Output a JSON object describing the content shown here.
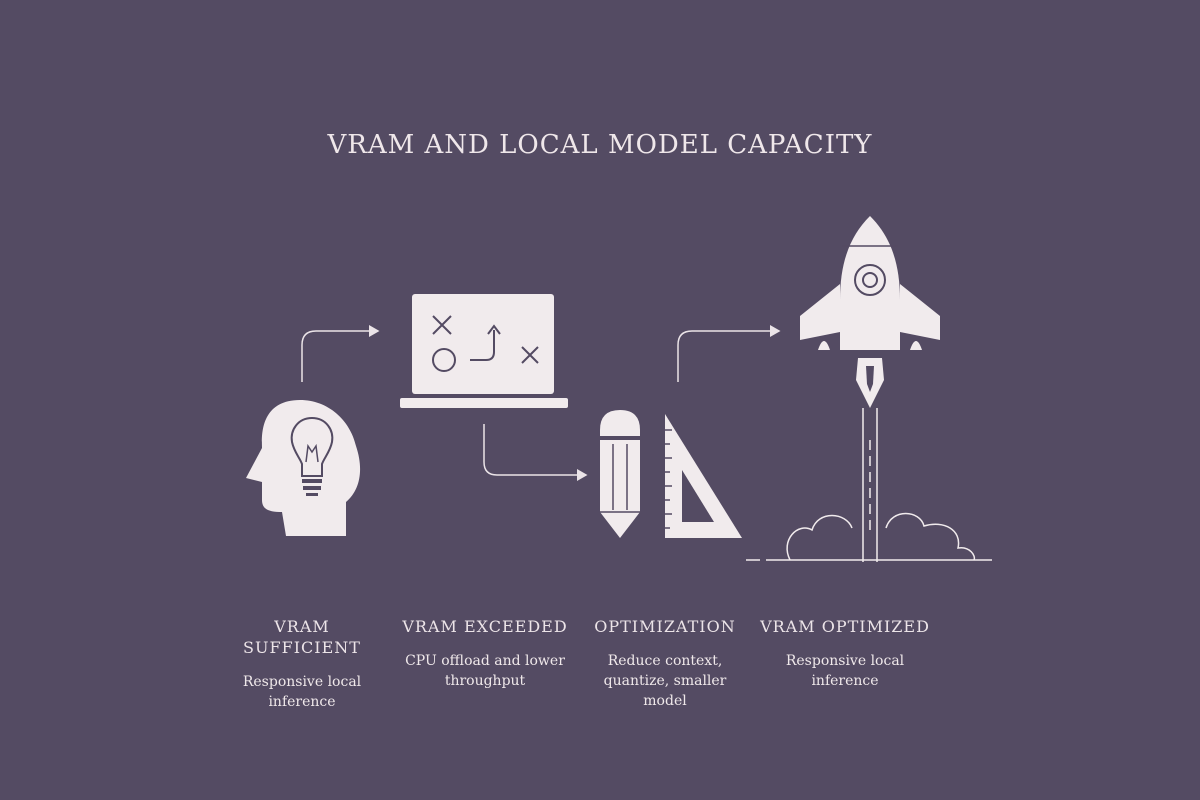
{
  "title": "VRAM AND LOCAL MODEL CAPACITY",
  "colors": {
    "background": "#544b63",
    "foreground": "#f1ebed"
  },
  "stages": [
    {
      "title": "VRAM SUFFICIENT",
      "description": "Responsive local inference",
      "icon": "head-lightbulb-icon"
    },
    {
      "title": "VRAM EXCEEDED",
      "description": "CPU offload and lower throughput",
      "icon": "laptop-strategy-icon"
    },
    {
      "title": "OPTIMIZATION",
      "description": "Reduce context, quantize, smaller model",
      "icon": "pencil-ruler-icon"
    },
    {
      "title": "VRAM OPTIMIZED",
      "description": "Responsive local inference",
      "icon": "rocket-launch-icon"
    }
  ]
}
